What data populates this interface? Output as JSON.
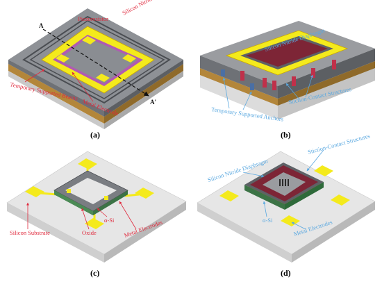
{
  "panels": {
    "a": {
      "caption": "(a)",
      "labels": {
        "piezoresistor": "Piezoresistor",
        "silicon_nitride": "Silicon Nitride Diaphragm",
        "temporary_beams": "Temporary  Supported Beams",
        "metal_electrode": "Metal Electrode",
        "axis_start": "A",
        "axis_end": "A'"
      }
    },
    "b": {
      "caption": "(b)",
      "labels": {
        "silicon_nitride": "Silicon Nitride Diaphragm",
        "stiction": "Stiction-Contact Structures",
        "temporary_anchors": "Temporary  Supported Anchors"
      }
    },
    "c": {
      "caption": "(c)",
      "labels": {
        "alpha_si": "α-Si",
        "oxide": "Oxide",
        "metal_electrodes": "Metal Electrodes",
        "silicon_substrate": "Silicon Substrate"
      }
    },
    "d": {
      "caption": "(d)",
      "labels": {
        "silicon_nitride": "Silicon Nitride Diaphragm",
        "stiction": "Stiction-Contact Structures",
        "alpha_si": "α-Si",
        "metal_electrodes": "Metal Electrodes"
      }
    }
  },
  "colors": {
    "red_label": "#e0293c",
    "blue_label": "#5aa8e0",
    "yellow": "#f4ea1c",
    "grey_body": "#8e9196",
    "substrate": "#e6e6e6"
  }
}
